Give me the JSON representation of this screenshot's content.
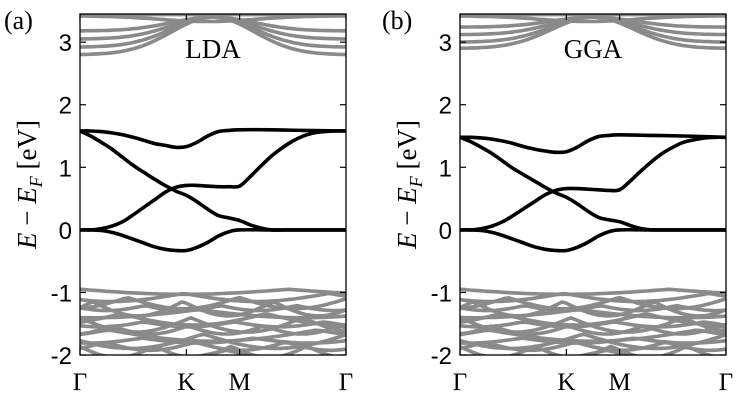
{
  "chart_data": [
    {
      "type": "line",
      "panel_label": "(a)",
      "title": "LDA",
      "ylabel_parts": [
        "E",
        " − ",
        "E",
        "F",
        " [eV]"
      ],
      "ylim": [
        -2,
        3.45
      ],
      "yticks": [
        -2,
        -1,
        0,
        1,
        2,
        3
      ],
      "kpoints": [
        "Γ",
        "K",
        "M",
        "Γ"
      ],
      "kpoint_positions": [
        0,
        1,
        1.5,
        2.5
      ],
      "series": [
        {
          "color": "#000000",
          "x": [
            0,
            0.1,
            0.2,
            0.3,
            0.4,
            0.5,
            0.6,
            0.7,
            0.8,
            0.9,
            1.0,
            1.1,
            1.2,
            1.3,
            1.4,
            1.5,
            1.8,
            2.1,
            2.5
          ],
          "y": [
            1.58,
            1.58,
            1.57,
            1.55,
            1.52,
            1.48,
            1.43,
            1.38,
            1.35,
            1.32,
            1.33,
            1.4,
            1.5,
            1.57,
            1.59,
            1.6,
            1.6,
            1.59,
            1.58
          ]
        },
        {
          "color": "#000000",
          "x": [
            0,
            0.1,
            0.2,
            0.3,
            0.4,
            0.5,
            0.6,
            0.7,
            0.8,
            0.9,
            1.0,
            1.1,
            1.2,
            1.3,
            1.4,
            1.5,
            1.6,
            1.7,
            1.8,
            2.0,
            2.2,
            2.5
          ],
          "y": [
            1.58,
            1.5,
            1.4,
            1.29,
            1.16,
            1.03,
            0.92,
            0.81,
            0.71,
            0.62,
            0.55,
            0.45,
            0.33,
            0.23,
            0.19,
            0.15,
            0.08,
            0.03,
            0.0,
            0.0,
            0.0,
            0.0
          ]
        },
        {
          "color": "#000000",
          "x": [
            0,
            0.1,
            0.2,
            0.3,
            0.4,
            0.5,
            0.6,
            0.7,
            0.8,
            0.9,
            1.0,
            1.1,
            1.2,
            1.3,
            1.4,
            1.5,
            1.6,
            1.7,
            1.8,
            1.9,
            2.0,
            2.1,
            2.2,
            2.3,
            2.4,
            2.5
          ],
          "y": [
            0.0,
            0.0,
            0.02,
            0.06,
            0.13,
            0.24,
            0.36,
            0.48,
            0.6,
            0.68,
            0.71,
            0.71,
            0.7,
            0.69,
            0.69,
            0.7,
            0.85,
            1.02,
            1.18,
            1.31,
            1.42,
            1.5,
            1.55,
            1.57,
            1.58,
            1.58
          ]
        },
        {
          "color": "#000000",
          "x": [
            0,
            0.1,
            0.2,
            0.3,
            0.4,
            0.5,
            0.6,
            0.7,
            0.8,
            0.9,
            1.0,
            1.1,
            1.2,
            1.3,
            1.4,
            1.5,
            1.8,
            2.1,
            2.5
          ],
          "y": [
            0.0,
            0.0,
            -0.01,
            -0.04,
            -0.09,
            -0.15,
            -0.21,
            -0.27,
            -0.31,
            -0.33,
            -0.33,
            -0.28,
            -0.2,
            -0.1,
            -0.03,
            0.0,
            0.0,
            0.0,
            0.0
          ]
        }
      ]
    },
    {
      "type": "line",
      "panel_label": "(b)",
      "title": "GGA",
      "ylabel_parts": [
        "E",
        " − ",
        "E",
        "F",
        " [eV]"
      ],
      "ylim": [
        -2,
        3.45
      ],
      "yticks": [
        -2,
        -1,
        0,
        1,
        2,
        3
      ],
      "kpoints": [
        "Γ",
        "K",
        "M",
        "Γ"
      ],
      "kpoint_positions": [
        0,
        1,
        1.5,
        2.5
      ],
      "series": [
        {
          "color": "#000000",
          "x": [
            0,
            0.1,
            0.2,
            0.3,
            0.4,
            0.5,
            0.6,
            0.7,
            0.8,
            0.9,
            1.0,
            1.1,
            1.2,
            1.3,
            1.4,
            1.5,
            1.8,
            2.1,
            2.5
          ],
          "y": [
            1.48,
            1.48,
            1.47,
            1.45,
            1.42,
            1.38,
            1.33,
            1.29,
            1.26,
            1.24,
            1.25,
            1.32,
            1.42,
            1.49,
            1.51,
            1.52,
            1.51,
            1.5,
            1.48
          ]
        },
        {
          "color": "#000000",
          "x": [
            0,
            0.1,
            0.2,
            0.3,
            0.4,
            0.5,
            0.6,
            0.7,
            0.8,
            0.9,
            1.0,
            1.1,
            1.2,
            1.3,
            1.4,
            1.5,
            1.6,
            1.7,
            1.8,
            2.0,
            2.2,
            2.5
          ],
          "y": [
            1.48,
            1.41,
            1.32,
            1.22,
            1.1,
            0.98,
            0.88,
            0.78,
            0.68,
            0.59,
            0.52,
            0.42,
            0.3,
            0.2,
            0.16,
            0.13,
            0.07,
            0.02,
            0.0,
            0.0,
            0.0,
            0.0
          ]
        },
        {
          "color": "#000000",
          "x": [
            0,
            0.1,
            0.2,
            0.3,
            0.4,
            0.5,
            0.6,
            0.7,
            0.8,
            0.9,
            1.0,
            1.1,
            1.2,
            1.3,
            1.4,
            1.5,
            1.6,
            1.7,
            1.8,
            1.9,
            2.0,
            2.1,
            2.2,
            2.3,
            2.4,
            2.5
          ],
          "y": [
            0.0,
            0.0,
            0.02,
            0.06,
            0.13,
            0.23,
            0.34,
            0.45,
            0.56,
            0.63,
            0.66,
            0.66,
            0.65,
            0.64,
            0.63,
            0.64,
            0.78,
            0.94,
            1.09,
            1.22,
            1.32,
            1.4,
            1.44,
            1.47,
            1.48,
            1.48
          ]
        },
        {
          "color": "#000000",
          "x": [
            0,
            0.1,
            0.2,
            0.3,
            0.4,
            0.5,
            0.6,
            0.7,
            0.8,
            0.9,
            1.0,
            1.1,
            1.2,
            1.3,
            1.4,
            1.5,
            1.8,
            2.1,
            2.5
          ],
          "y": [
            0.0,
            0.0,
            -0.01,
            -0.04,
            -0.09,
            -0.15,
            -0.21,
            -0.27,
            -0.31,
            -0.33,
            -0.33,
            -0.28,
            -0.2,
            -0.1,
            -0.03,
            0.0,
            0.0,
            0.0,
            0.0
          ]
        }
      ]
    }
  ],
  "colors": {
    "band_black": "#000000",
    "band_grey": "#8a8a8a"
  }
}
